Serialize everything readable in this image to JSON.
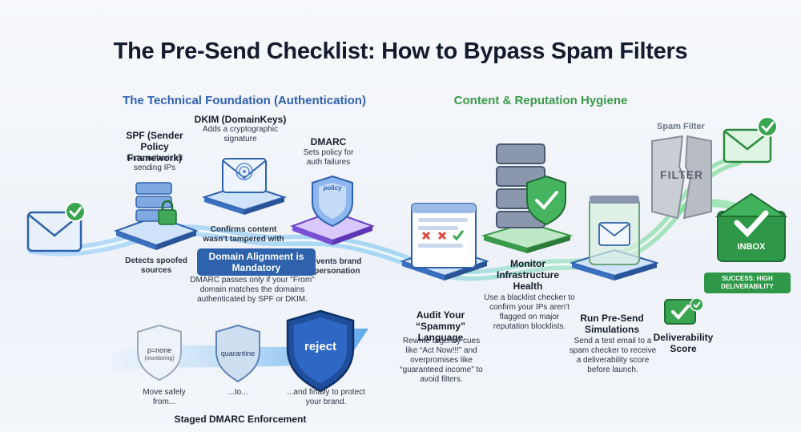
{
  "title": "The Pre-Send Checklist: How to Bypass Spam Filters",
  "sections": {
    "technical": "The Technical Foundation (Authentication)",
    "content": "Content & Reputation Hygiene"
  },
  "spf": {
    "title": "SPF (Sender Policy Framework)",
    "desc": "Lists authorized sending IPs",
    "below": "Detects spoofed sources"
  },
  "dkim": {
    "title": "DKIM (DomainKeys)",
    "desc": "Adds a cryptographic signature",
    "below": "Confirms content wasn't tampered with"
  },
  "dmarc": {
    "title": "DMARC",
    "desc": "Sets policy for auth failures",
    "shield_label": "policy",
    "below": "Prevents brand impersonation"
  },
  "alignment": {
    "title": "Domain Alignment is Mandatory",
    "desc": "DMARC passes only if your \"From\" domain matches the domains authenticated by SPF or DKIM."
  },
  "staged": {
    "title": "Staged DMARC Enforcement",
    "p_none": "p=none",
    "p_none_sub": "(monitoring)",
    "quarantine": "quarantine",
    "reject": "reject",
    "step1": "Move safely from...",
    "step2": "...to...",
    "step3": "...and finally to protect your brand."
  },
  "audit": {
    "title": "Audit Your “Spammy” Language",
    "desc": "Rewrite urgency cues like “Act Now!!!” and overpromises like “guaranteed income” to avoid filters."
  },
  "monitor": {
    "title": "Monitor Infrastructure Health",
    "desc": "Use a blacklist checker to confirm your IPs aren't flagged on major reputation blocklists."
  },
  "simulate": {
    "title": "Run Pre-Send Simulations",
    "desc": "Send a test email to a spam checker to receive a deliverability score before launch."
  },
  "score": {
    "title": "Deliverability Score"
  },
  "spam_filter": {
    "label": "Spam Filter",
    "sign": "FILTER"
  },
  "inbox": {
    "label": "INBOX",
    "success": "SUCCESS: HIGH DELIVERABILITY"
  },
  "colors": {
    "blue": "#2f62ad",
    "green": "#3a9a4b",
    "purple": "#7b4fd6",
    "dark": "#131c2e"
  }
}
